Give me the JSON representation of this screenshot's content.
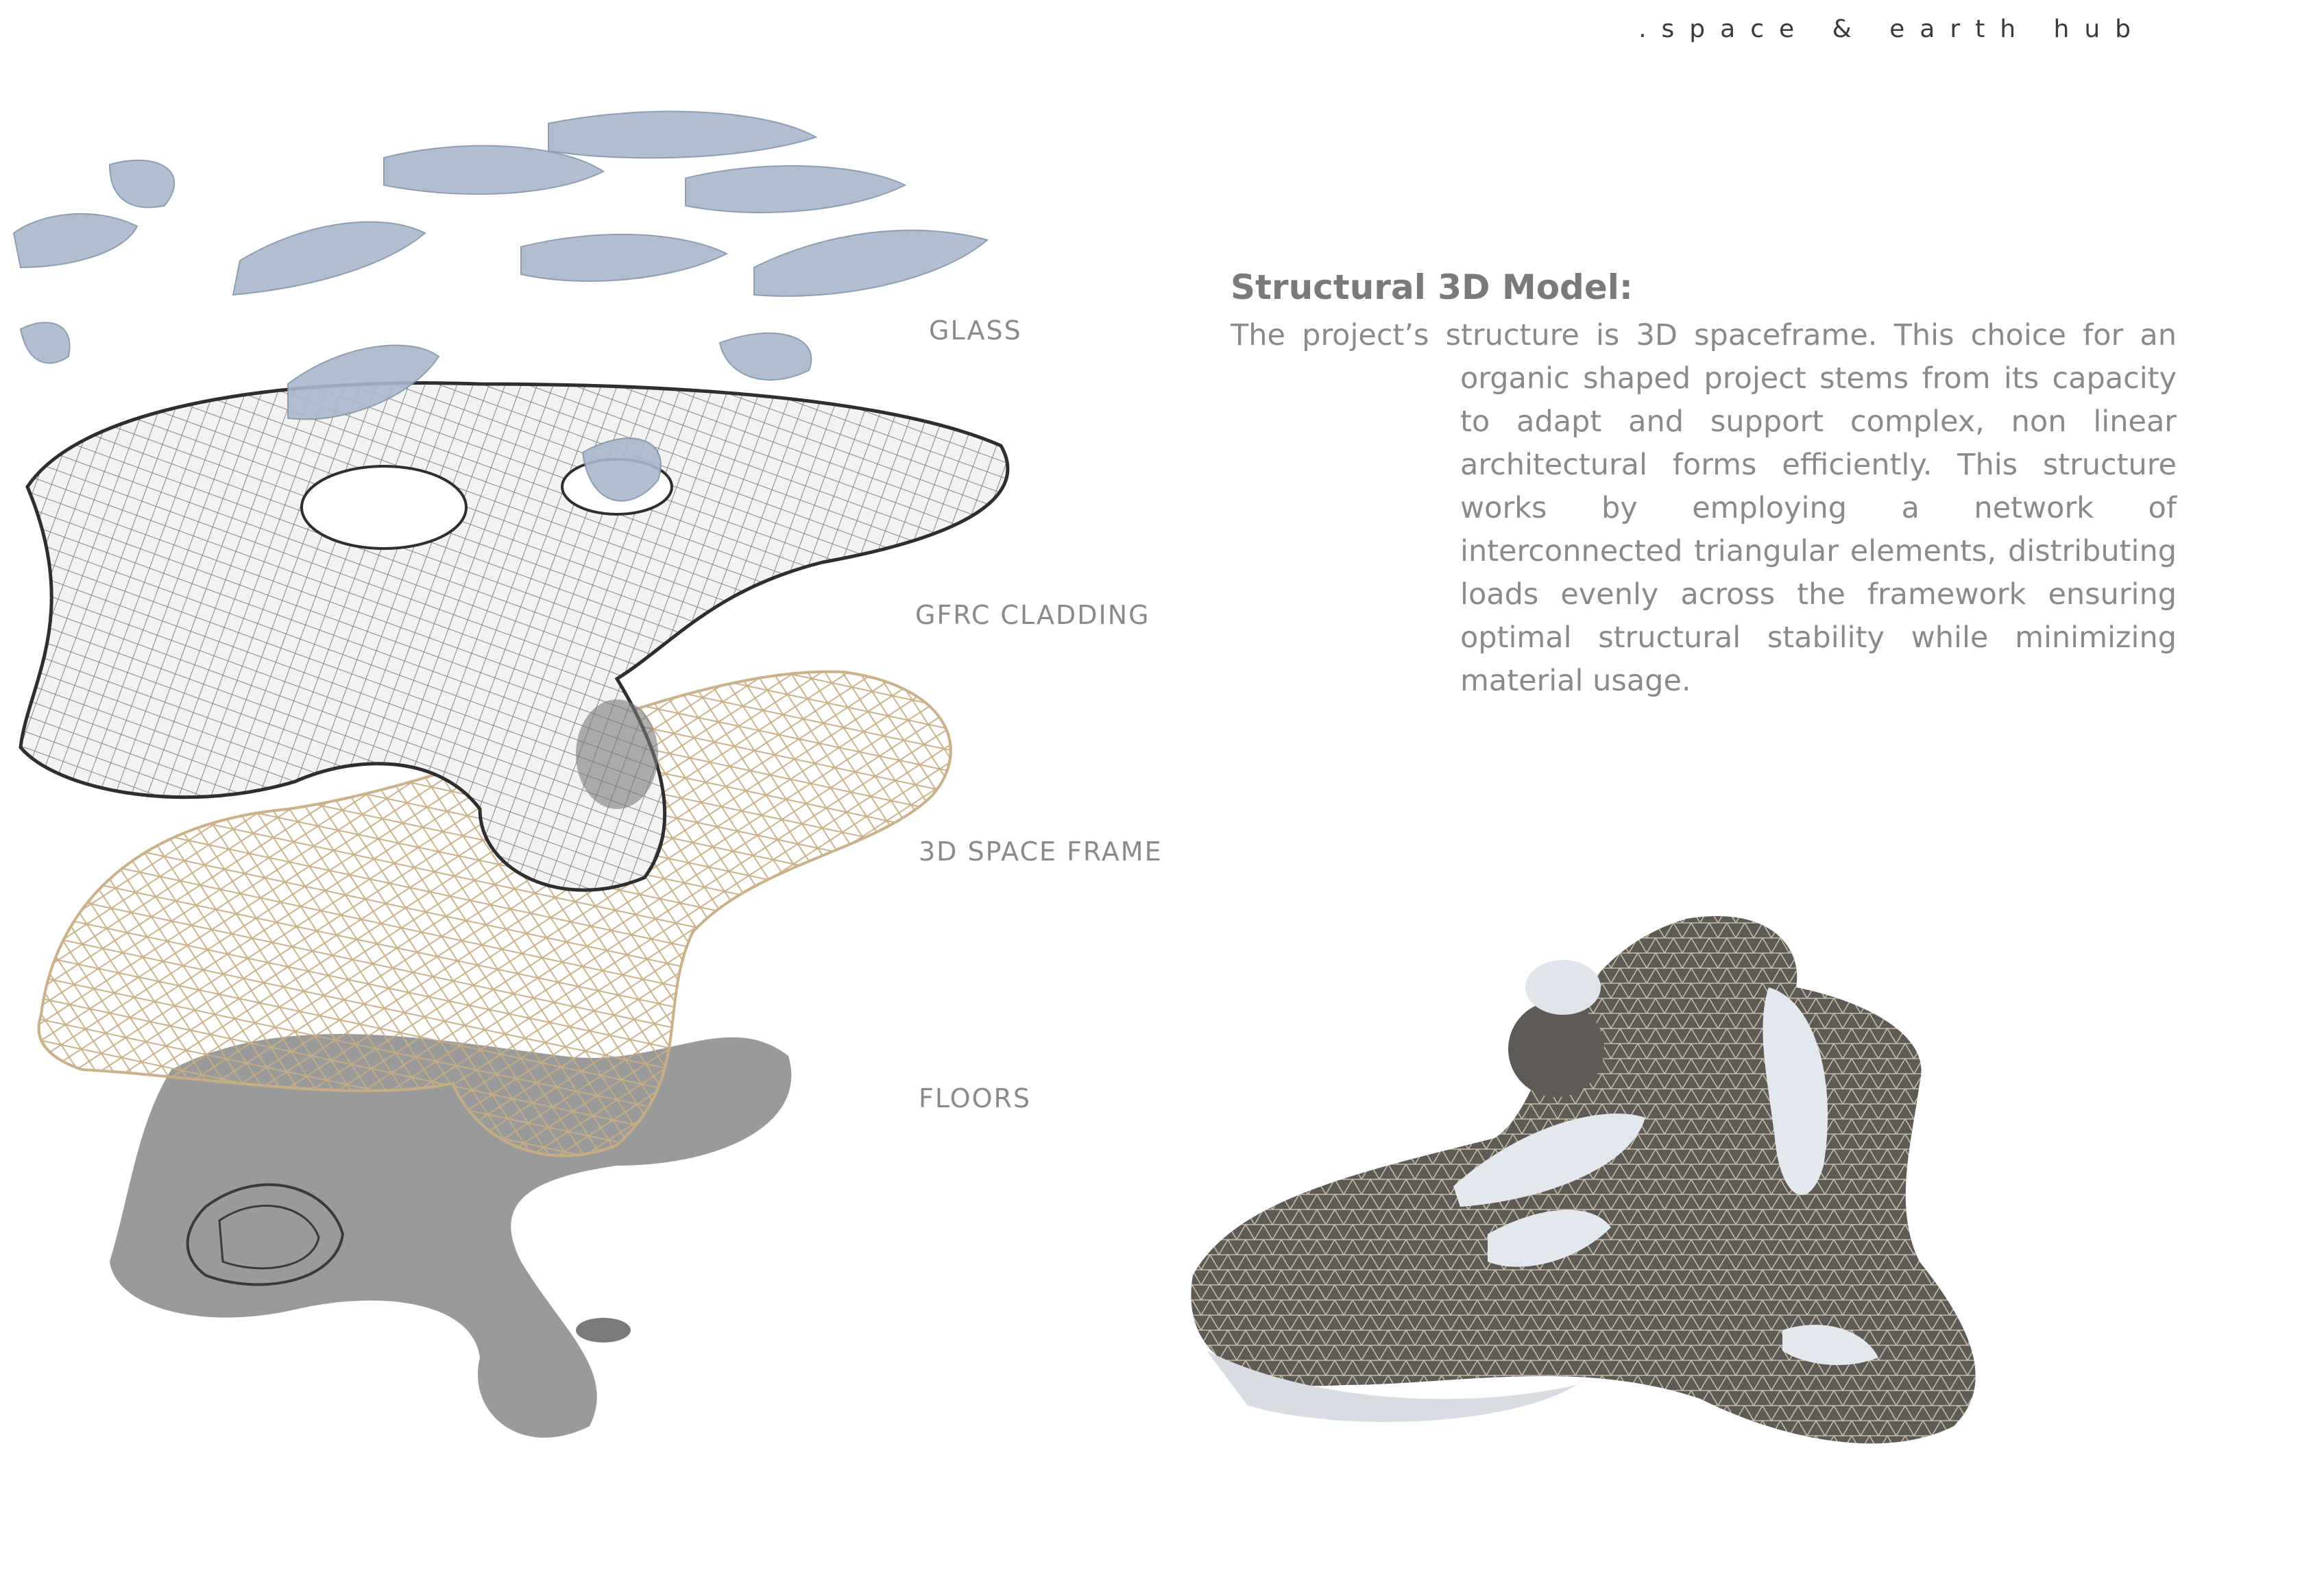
{
  "header": {
    "brand": ".space & earth hub"
  },
  "diagram": {
    "labels": {
      "glass": "GLASS",
      "cladding": "GFRC CLADDING",
      "spaceframe": "3D SPACE FRAME",
      "floors": "FLOORS"
    }
  },
  "description": {
    "heading": "Structural 3D Model:",
    "body": "The project’s structure is 3D spaceframe. This choice for an organic shaped project stems from its capacity to adapt and support complex, non linear architectural forms efficiently. This structure works by employing a network of interconnected triangular elements, distributing loads evenly across the framework ensuring optimal structural stability while minimizing material usage."
  },
  "colors": {
    "glass": "#a9b8cc",
    "cladding_line": "#3a3a3a",
    "spaceframe": "#c9ad82",
    "floors": "#8f8f8f",
    "render_mesh": "#5e5a55"
  }
}
